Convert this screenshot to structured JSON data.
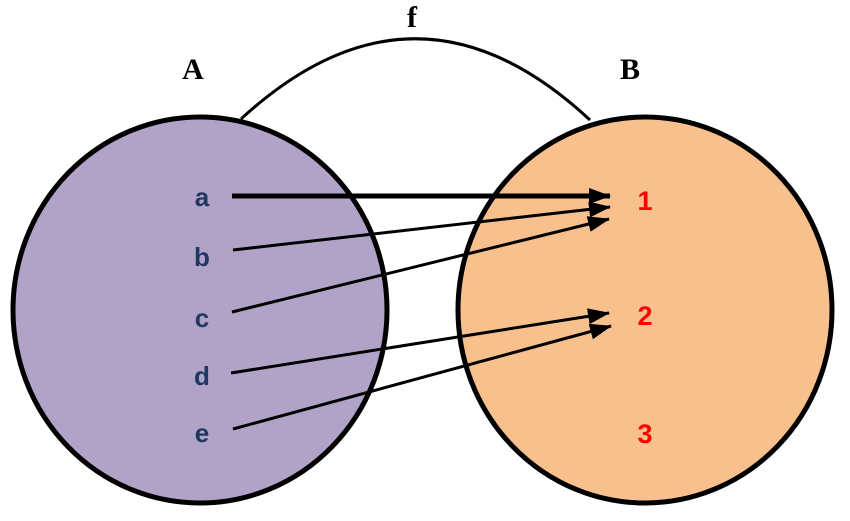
{
  "function_label": "f",
  "sets": {
    "domain": {
      "label": "A",
      "fill": "#b1a3c8",
      "text_color": "#1f3864",
      "elements": [
        "a",
        "b",
        "c",
        "d",
        "e"
      ]
    },
    "codomain": {
      "label": "B",
      "fill": "#f8c08d",
      "text_color": "#ff0000",
      "elements": [
        "1",
        "2",
        "3"
      ]
    }
  },
  "mappings": [
    {
      "from": "a",
      "to": "1"
    },
    {
      "from": "b",
      "to": "1"
    },
    {
      "from": "c",
      "to": "1"
    },
    {
      "from": "d",
      "to": "2"
    },
    {
      "from": "e",
      "to": "2"
    }
  ],
  "colors": {
    "outline": "#000000",
    "background": "#ffffff"
  }
}
